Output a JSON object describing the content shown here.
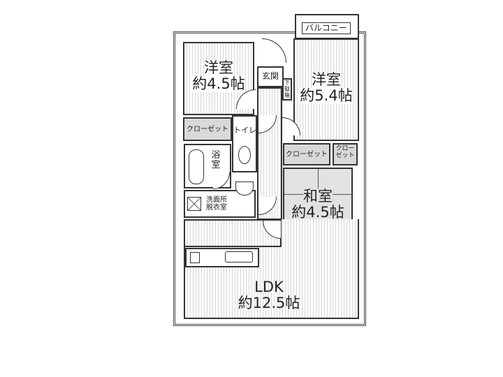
{
  "floor_plan": {
    "balcony": "バルコニー",
    "rooms": {
      "western_room_1": {
        "name": "洋室",
        "size": "約4.5帖"
      },
      "western_room_2": {
        "name": "洋室",
        "size": "約5.4帖"
      },
      "japanese_room": {
        "name": "和室",
        "size": "約4.5帖"
      },
      "ldk": {
        "name": "LDK",
        "size": "約12.5帖"
      },
      "entrance": "玄関",
      "shoe_box": "下駄箱",
      "closet_1": "クローゼット",
      "closet_2": "クローゼット",
      "closet_3": "クロー\nゼット",
      "toilet": "トイレ",
      "bathroom": "浴室",
      "washroom_line1": "洗面所",
      "washroom_line2": "脱衣室"
    }
  }
}
